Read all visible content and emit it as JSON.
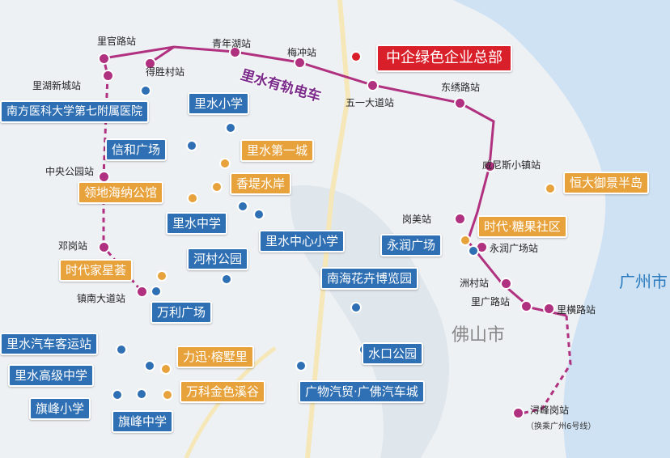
{
  "line_name": "里水有轨电车",
  "cities": {
    "foshan": "佛山市",
    "guangzhou": "广州市"
  },
  "headquarters": "中企绿色企业总部",
  "stations": [
    {
      "id": "liguanlu",
      "name": "里官路站"
    },
    {
      "id": "qingnianhu",
      "name": "青年湖站"
    },
    {
      "id": "meichong",
      "name": "梅冲站"
    },
    {
      "id": "desheng",
      "name": "得胜村站"
    },
    {
      "id": "wuyidadao",
      "name": "五一大道站"
    },
    {
      "id": "dongxiu",
      "name": "东绣路站"
    },
    {
      "id": "lihuxincheng",
      "name": "里湖新城站"
    },
    {
      "id": "zhongyanggongyuan",
      "name": "中央公园站"
    },
    {
      "id": "weinisi",
      "name": "威尼斯小镇站"
    },
    {
      "id": "gangmei",
      "name": "岗美站"
    },
    {
      "id": "denggang",
      "name": "邓岗站"
    },
    {
      "id": "yongrunguangchang",
      "name": "永润广场站"
    },
    {
      "id": "zhenhandadao",
      "name": "镇南大道站"
    },
    {
      "id": "zhoucun",
      "name": "洲村站"
    },
    {
      "id": "liguang",
      "name": "里广路站"
    },
    {
      "id": "liheng",
      "name": "里横路站"
    },
    {
      "id": "xunfenggang",
      "name": "浔峰岗站"
    }
  ],
  "xunfenggang_note": "（换乘广州6号线）",
  "pois": [
    {
      "id": "nanfang",
      "name": "南方医科大学第七附属医院",
      "color": "blue"
    },
    {
      "id": "lishuixiaoxue",
      "name": "里水小学",
      "color": "blue"
    },
    {
      "id": "xinhe",
      "name": "信和广场",
      "color": "blue"
    },
    {
      "id": "lishuidiyi",
      "name": "里水第一城",
      "color": "orange"
    },
    {
      "id": "xiangti",
      "name": "香堤水岸",
      "color": "orange"
    },
    {
      "id": "lingdi",
      "name": "领地海纳公馆",
      "color": "orange"
    },
    {
      "id": "hengda",
      "name": "恒大御景半岛",
      "color": "orange"
    },
    {
      "id": "lishuizhongxue",
      "name": "里水中学",
      "color": "blue"
    },
    {
      "id": "lishuizhongxin",
      "name": "里水中心小学",
      "color": "blue"
    },
    {
      "id": "shidaitangguo",
      "name": "时代·糖果社区",
      "color": "orange"
    },
    {
      "id": "yongrun",
      "name": "永润广场",
      "color": "blue"
    },
    {
      "id": "hecun",
      "name": "河村公园",
      "color": "blue"
    },
    {
      "id": "shidaijia",
      "name": "时代家星荟",
      "color": "orange"
    },
    {
      "id": "nanhaihuahui",
      "name": "南海花卉博览园",
      "color": "blue"
    },
    {
      "id": "wanli",
      "name": "万利广场",
      "color": "blue"
    },
    {
      "id": "keyunzhan",
      "name": "里水汽车客运站",
      "color": "blue"
    },
    {
      "id": "lixun",
      "name": "力迅·榕墅里",
      "color": "orange"
    },
    {
      "id": "shuikou",
      "name": "水口公园",
      "color": "blue"
    },
    {
      "id": "gaojizhongxue",
      "name": "里水高级中学",
      "color": "blue"
    },
    {
      "id": "wanke",
      "name": "万科金色溪谷",
      "color": "orange"
    },
    {
      "id": "guangwu",
      "name": "广物汽贸·广佛汽车城",
      "color": "blue"
    },
    {
      "id": "qifengxiaoxue",
      "name": "旗峰小学",
      "color": "blue"
    },
    {
      "id": "qifengzhongxue",
      "name": "旗峰中学",
      "color": "blue"
    }
  ],
  "colors": {
    "line": "#b0317f",
    "blue": "#2f6fb3",
    "orange": "#e8a23c",
    "red": "#d9202a",
    "river": "#c9def0"
  }
}
